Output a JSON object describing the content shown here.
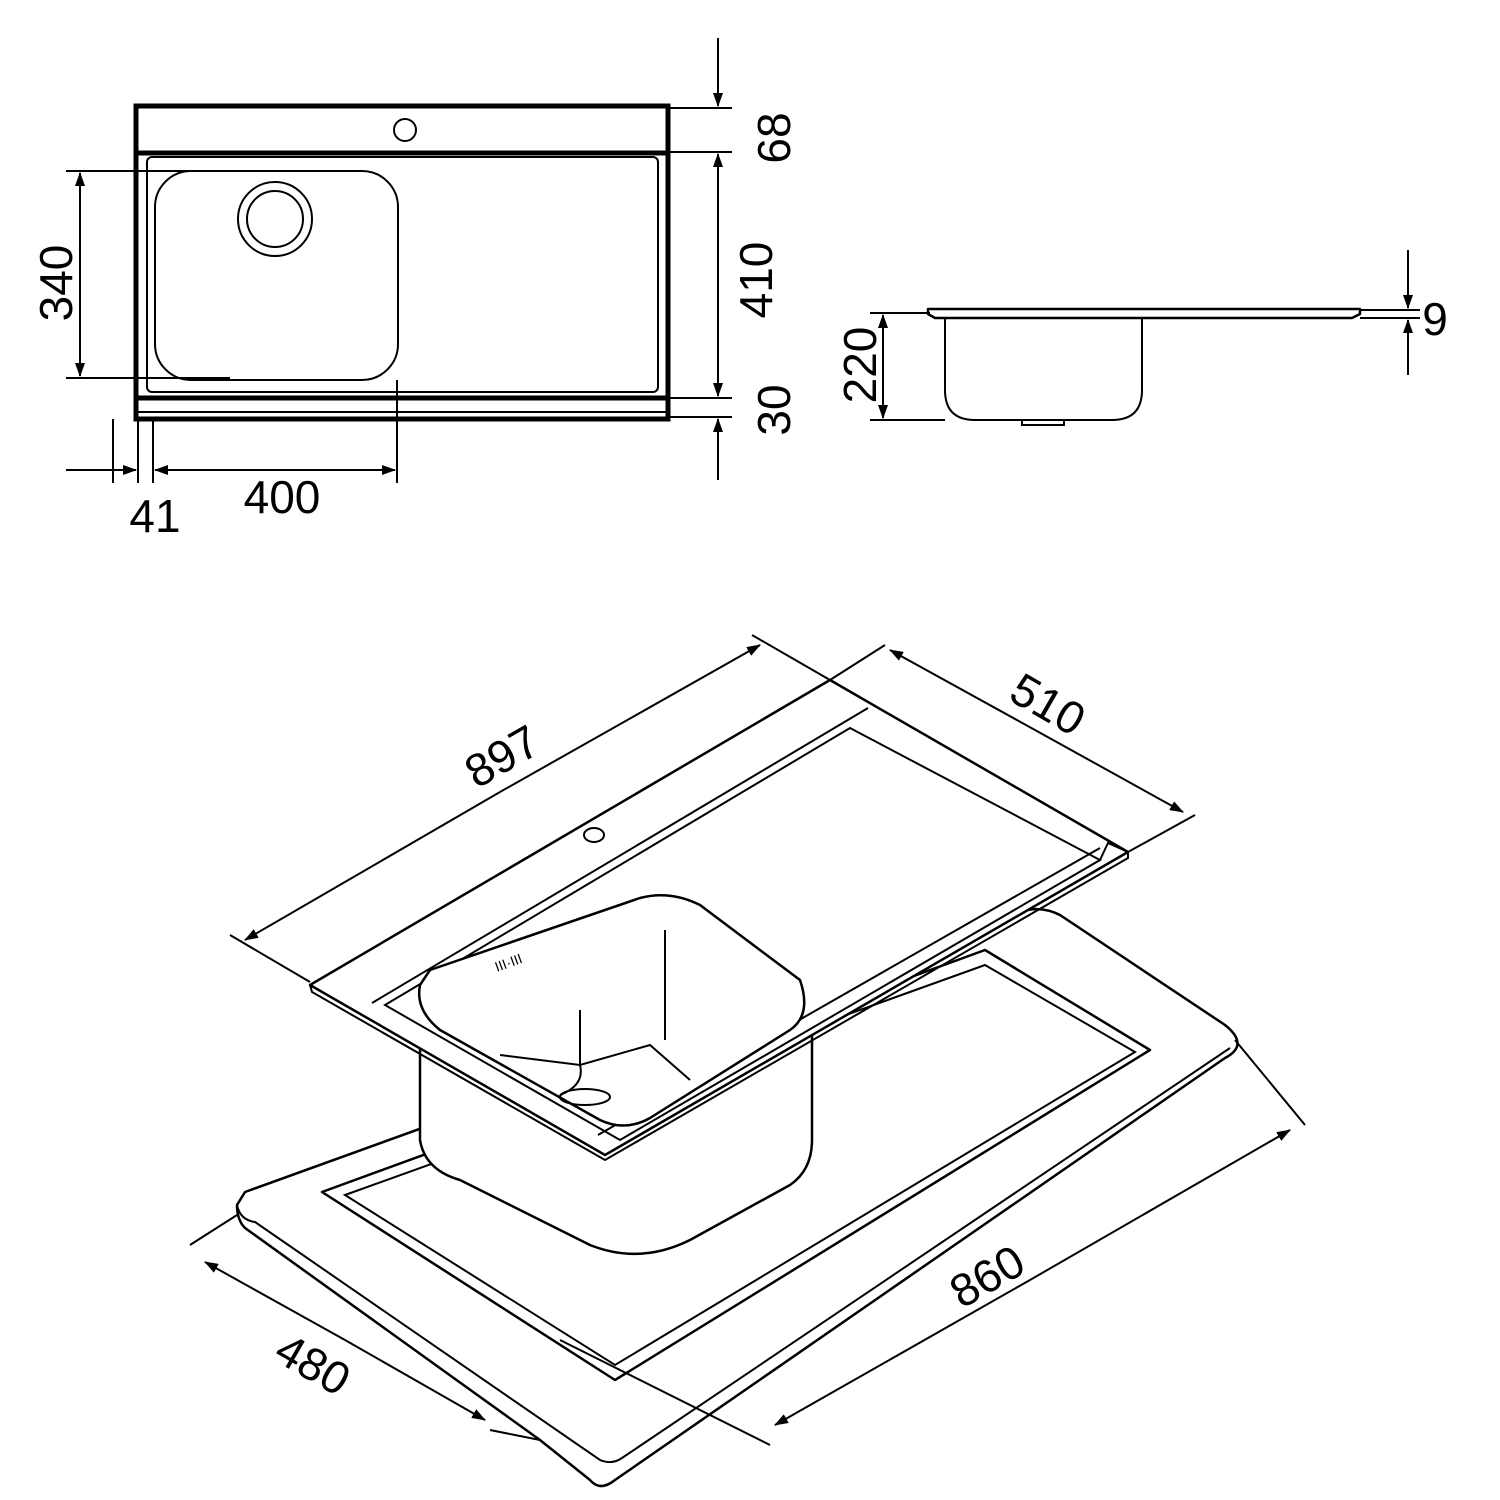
{
  "top_view": {
    "dims": {
      "deck_depth": "68",
      "bowl_length": "340",
      "drainer_length": "410",
      "front_edge": "30",
      "left_offset": "41",
      "bowl_width": "400"
    }
  },
  "side_view": {
    "dims": {
      "depth": "220",
      "thickness": "9"
    }
  },
  "iso_view": {
    "dims": {
      "overall_width": "897",
      "overall_depth": "510",
      "cutout_depth": "480",
      "cutout_width": "860"
    }
  },
  "colors": {
    "line": "#000000",
    "background": "#ffffff"
  }
}
